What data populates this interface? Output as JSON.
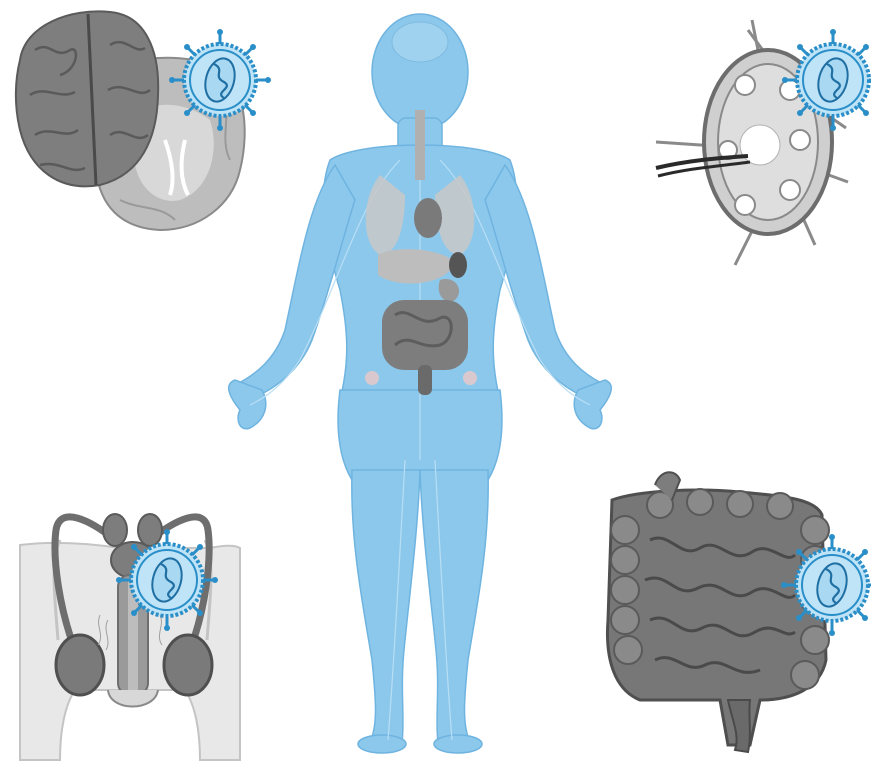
{
  "figure": {
    "panels": [
      {
        "id": "brain",
        "icon": "brain-icon",
        "has_virus": true
      },
      {
        "id": "lymph-node",
        "icon": "lymph-node-icon",
        "has_virus": true
      },
      {
        "id": "male-reproductive",
        "icon": "male-reproductive-icon",
        "has_virus": true
      },
      {
        "id": "intestine",
        "icon": "intestine-icon",
        "has_virus": true
      },
      {
        "id": "body",
        "icon": "human-body-icon",
        "has_virus": false
      }
    ],
    "virus_icon": "virus-particle-icon",
    "colors": {
      "body": "#8cc8ec",
      "body_outline": "#6fb4e0",
      "organ_gray": "#8a8a8a",
      "organ_dark": "#6e6e6e",
      "organ_light": "#c8c8c8",
      "virus_fill": "#bfe3f7",
      "virus_stroke": "#2a8fc8",
      "virus_rna": "#1f6fa3"
    }
  }
}
